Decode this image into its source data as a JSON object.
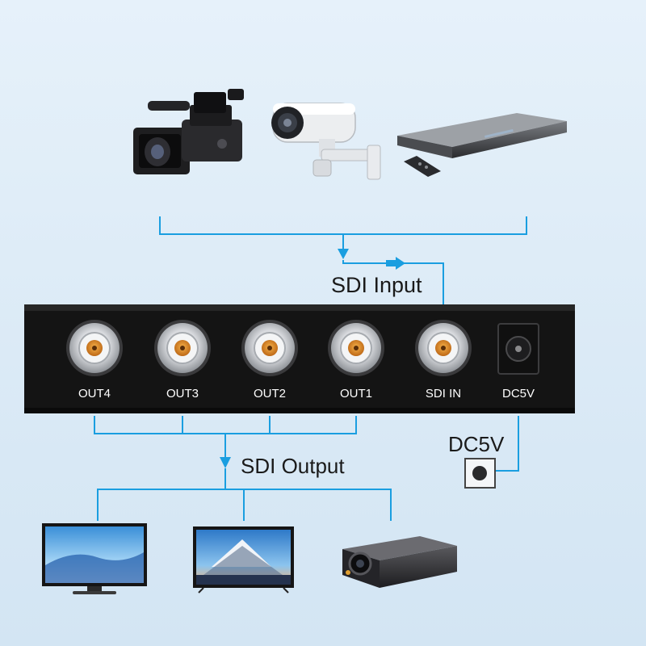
{
  "labels": {
    "sdi_input": "SDI Input",
    "sdi_output": "SDI Output",
    "dc5v": "DC5V"
  },
  "ports": [
    {
      "label": "OUT4"
    },
    {
      "label": "OUT3"
    },
    {
      "label": "OUT2"
    },
    {
      "label": "OUT1"
    },
    {
      "label": "SDI IN"
    },
    {
      "label": "DC5V"
    }
  ],
  "colors": {
    "line": "#1a9ee0",
    "device_body": "#141414",
    "bnc_center": "#e08a1e"
  },
  "sources": [
    "camcorder-icon",
    "cctv-camera-icon",
    "dvd-player-icon"
  ],
  "displays": [
    "monitor-icon",
    "tv-icon",
    "projector-icon"
  ]
}
